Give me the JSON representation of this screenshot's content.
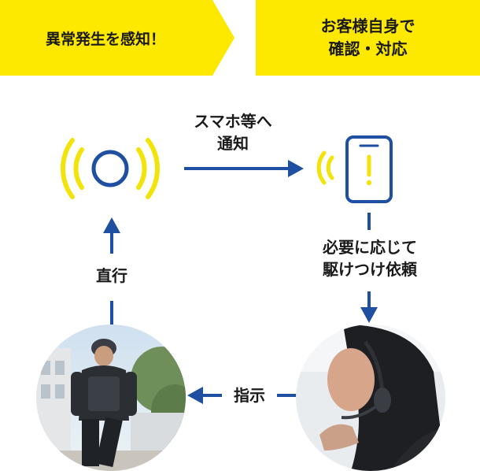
{
  "banners": {
    "left": "異常発生を感知！",
    "right_line1": "お客様自身で",
    "right_line2": "確認・対応"
  },
  "labels": {
    "notify_line1": "スマホ等へ",
    "notify_line2": "通知",
    "request_line1": "必要に応じて",
    "request_line2": "駆けつけ依頼",
    "dispatch": "直行",
    "instruct": "指示"
  },
  "colors": {
    "banner": "#fde800",
    "arrow": "#1e4fa0",
    "signal": "#f2e30a",
    "text": "#1a1a1a"
  },
  "icons": [
    "sensor-signal-icon",
    "smartphone-alert-icon"
  ],
  "photos": [
    "security-guard-photo",
    "operator-headset-photo"
  ]
}
